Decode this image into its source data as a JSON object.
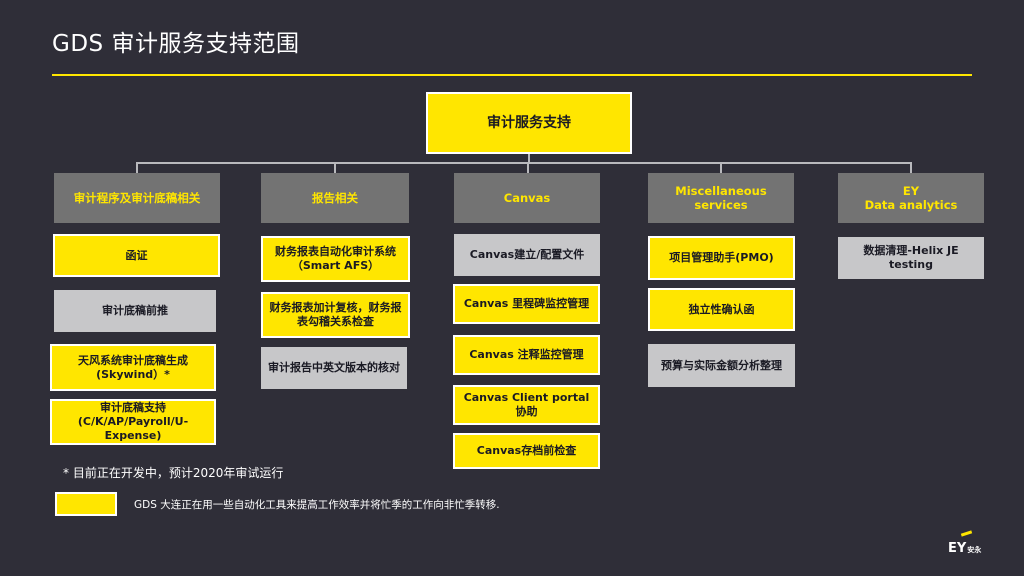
{
  "title": "GDS 审计服务支持范围",
  "root": "审计服务支持",
  "columns": [
    {
      "header": [
        "审计程序及审计底稿相关"
      ],
      "items": [
        {
          "lines": [
            "函证"
          ],
          "highlight": true
        },
        {
          "lines": [
            "审计底稿前推"
          ],
          "highlight": false
        },
        {
          "lines": [
            "天风系统审计底稿生成",
            "(Skywind）*"
          ],
          "highlight": true
        },
        {
          "lines": [
            "审计底稿支持",
            "(C/K/AP/Payroll/U-Expense)"
          ],
          "highlight": true
        }
      ]
    },
    {
      "header": [
        "报告相关"
      ],
      "items": [
        {
          "lines": [
            "财务报表自动化审计系统",
            "（Smart AFS）"
          ],
          "highlight": true
        },
        {
          "lines": [
            "财务报表加计复核，财务报",
            "表勾稽关系检查"
          ],
          "highlight": true
        },
        {
          "lines": [
            "审计报告中英文版本的核对"
          ],
          "highlight": false
        }
      ]
    },
    {
      "header": [
        "Canvas"
      ],
      "items": [
        {
          "lines": [
            "Canvas建立/配置文件"
          ],
          "highlight": false
        },
        {
          "lines": [
            "Canvas 里程碑监控管理"
          ],
          "highlight": true
        },
        {
          "lines": [
            "Canvas 注释监控管理"
          ],
          "highlight": true
        },
        {
          "lines": [
            "Canvas Client portal协助"
          ],
          "highlight": true
        },
        {
          "lines": [
            "Canvas存档前检查"
          ],
          "highlight": true
        }
      ]
    },
    {
      "header": [
        "Miscellaneous",
        "services"
      ],
      "items": [
        {
          "lines": [
            "项目管理助手(PMO)"
          ],
          "highlight": true
        },
        {
          "lines": [
            "独立性确认函"
          ],
          "highlight": true
        },
        {
          "lines": [
            "预算与实际金额分析整理"
          ],
          "highlight": false
        }
      ]
    },
    {
      "header": [
        "EY",
        "Data analytics"
      ],
      "items": [
        {
          "lines": [
            "数据清理-Helix JE testing"
          ],
          "highlight": false
        }
      ]
    }
  ],
  "footnote": "* 目前正在开发中，预计2020年审试运行",
  "legend": "GDS 大连正在用一些自动化工具来提高工作效率并将忙季的工作向非忙季转移.",
  "logo": {
    "text": "EY",
    "cn": "安永"
  },
  "colors": {
    "background": "#2f2e38",
    "accent": "#ffe600",
    "category": "#737373",
    "grey_box": "#c7c7c9"
  }
}
